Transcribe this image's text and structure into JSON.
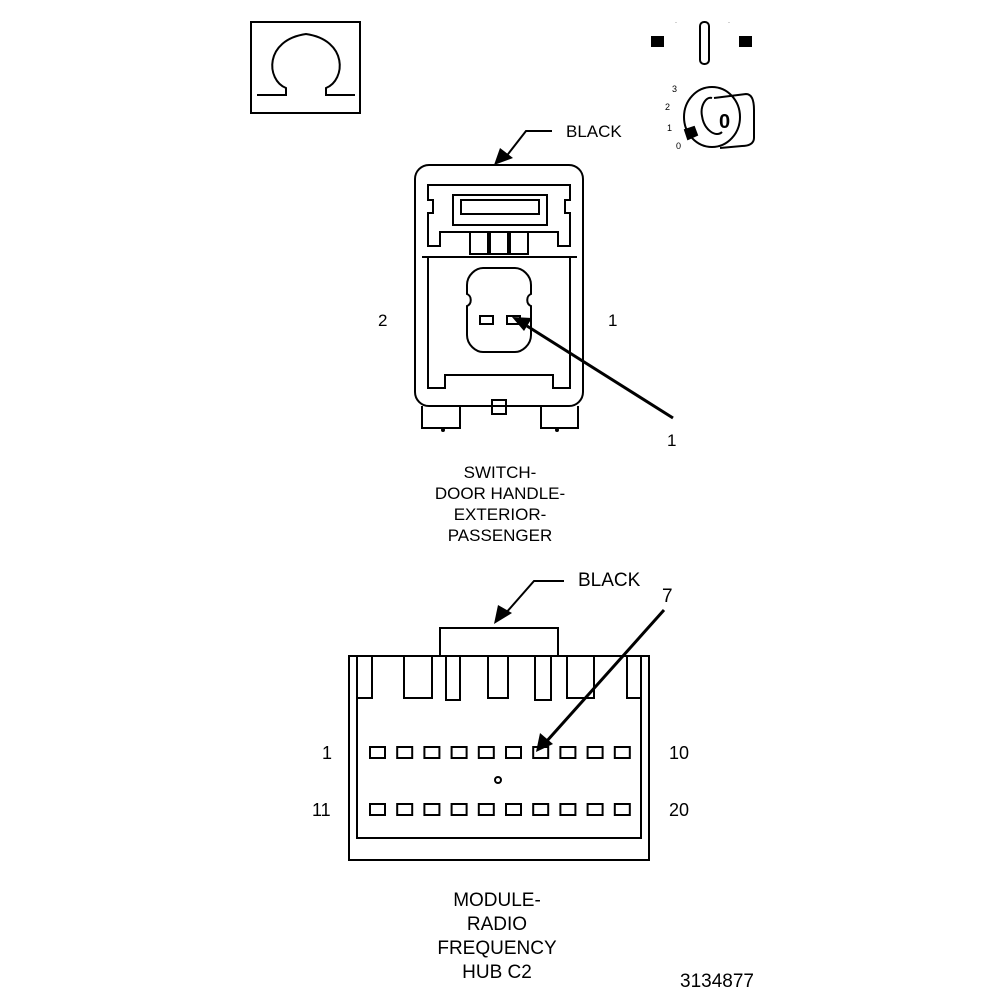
{
  "connector_switch": {
    "color_label": "BLACK",
    "side_left": "2",
    "side_right": "1",
    "callout": "1",
    "caption": [
      "SWITCH-",
      "DOOR HANDLE-",
      "EXTERIOR-",
      "PASSENGER"
    ]
  },
  "ignition_icon": {
    "positions": [
      "3",
      "2",
      "1",
      "0"
    ],
    "key_mark": "0"
  },
  "connector_module": {
    "color_label": "BLACK",
    "callout": "7",
    "row1_start": "1",
    "row1_end": "10",
    "row2_start": "11",
    "row2_end": "20",
    "cavities_per_row": 10,
    "caption": [
      "MODULE-",
      "RADIO",
      "FREQUENCY",
      "HUB C2"
    ]
  },
  "figure_id": "3134877",
  "icons": [
    "omega-symbol-icon",
    "ignition-key-icon"
  ]
}
